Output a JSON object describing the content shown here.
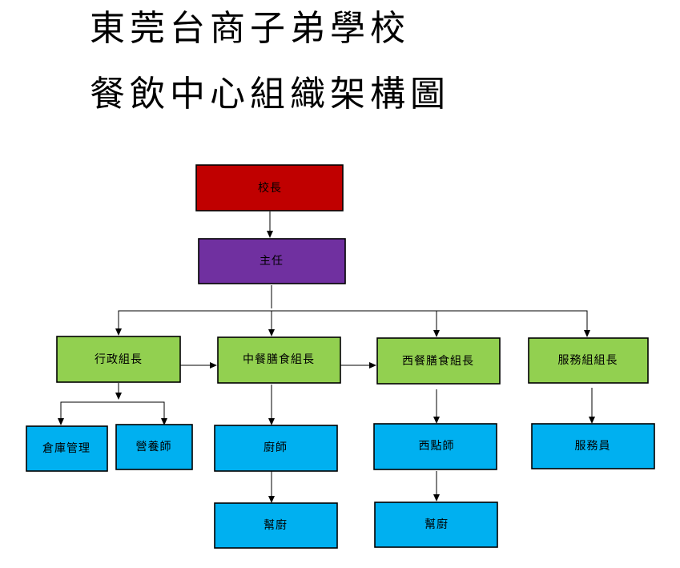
{
  "title": {
    "line1": "東莞台商子弟學校",
    "line2": "餐飲中心組織架構圖"
  },
  "colors": {
    "principal": "#c00000",
    "director": "#7030a0",
    "group_leader": "#92d050",
    "staff": "#00b0f0"
  },
  "nodes": {
    "principal": "校長",
    "director": "主任",
    "admin_leader": "行政組長",
    "chinese_meal_leader": "中餐膳食組長",
    "western_meal_leader": "西餐膳食組長",
    "service_leader": "服務組組長",
    "warehouse": "倉庫管理",
    "nutritionist": "營養師",
    "chef": "廚師",
    "pastry_chef": "西點師",
    "service_staff": "服務員",
    "kitchen_helper_1": "幫廚",
    "kitchen_helper_2": "幫廚"
  }
}
